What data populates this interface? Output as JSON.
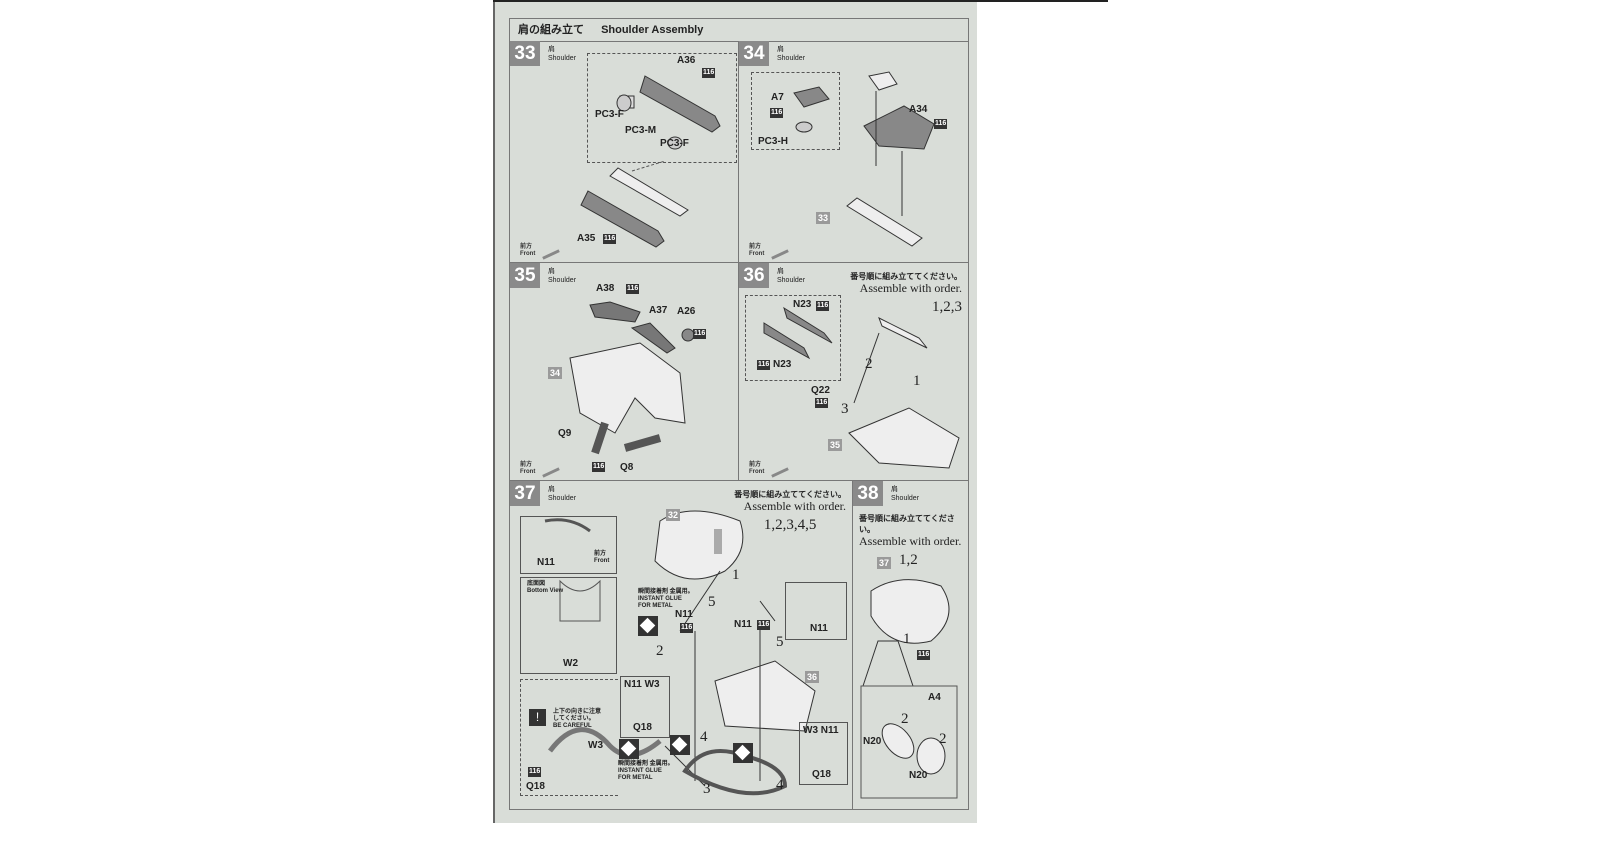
{
  "header": {
    "title_jp": "肩の組み立て",
    "title_en": "Shoulder Assembly"
  },
  "common": {
    "shoulder_jp": "肩",
    "shoulder_en": "Shoulder",
    "front_jp": "前方",
    "front_en": "Front",
    "paint_tag": "116",
    "order_jp": "番号順に組み立ててください。",
    "order_en": "Assemble with order.",
    "glue_jp": "瞬間接着剤 金属用。",
    "glue_en1": "INSTANT GLUE",
    "glue_en2": "FOR METAL"
  },
  "steps": [
    {
      "number": "33",
      "parts": [
        "A36",
        "PC3-F",
        "PC3-M",
        "PC3-F",
        "A35"
      ]
    },
    {
      "number": "34",
      "parts": [
        "A7",
        "PC3-H",
        "A34"
      ],
      "ref": "33"
    },
    {
      "number": "35",
      "parts": [
        "A38",
        "A37",
        "A26",
        "Q9",
        "Q8"
      ],
      "ref": "34"
    },
    {
      "number": "36",
      "parts": [
        "N23",
        "N23",
        "Q22"
      ],
      "ref": "35",
      "order": "1,2,3",
      "markers": [
        "1",
        "2",
        "3"
      ]
    },
    {
      "number": "37",
      "parts": [
        "N11",
        "W2",
        "N11",
        "N11",
        "N11",
        "N11 W3",
        "Q18",
        "W3 N11",
        "Q18",
        "W3",
        "Q18"
      ],
      "refs": [
        "32",
        "36"
      ],
      "order": "1,2,3,4,5",
      "markers": [
        "1",
        "2",
        "3",
        "4",
        "4",
        "5",
        "5"
      ],
      "bottom_view_jp": "底面図",
      "bottom_view_en": "Bottom View",
      "careful_jp1": "上下の向きに注意",
      "careful_jp2": "してください。",
      "careful_en": "BE CAREFUL"
    },
    {
      "number": "38",
      "parts": [
        "A4",
        "N20",
        "N20"
      ],
      "ref": "37",
      "order": "1,2",
      "markers": [
        "1",
        "2",
        "2"
      ]
    }
  ]
}
